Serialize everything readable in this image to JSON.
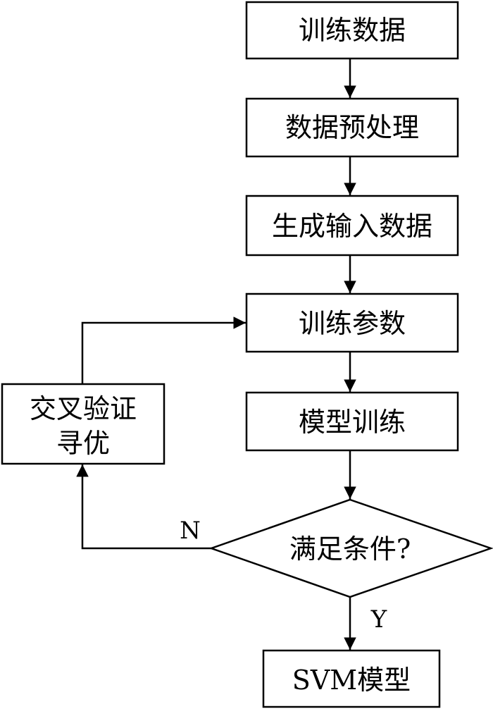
{
  "nodes": {
    "training_data": "训练数据",
    "preprocess": "数据预处理",
    "generate_input": "生成输入数据",
    "train_params": "训练参数",
    "model_train": "模型训练",
    "condition": "满足条件?",
    "cross_validation_line1": "交叉验证",
    "cross_validation_line2": "寻优",
    "svm_model": "SVM模型"
  },
  "edge_labels": {
    "no": "N",
    "yes": "Y"
  }
}
